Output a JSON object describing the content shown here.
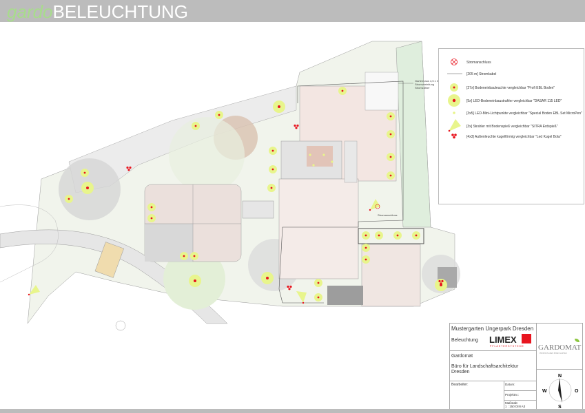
{
  "header": {
    "brand_prefix": "gardo",
    "brand_title": "BELEUCHTUNG"
  },
  "plan": {
    "labels": {
      "gartenhaus": [
        "Gartenhaus 4,5 x 3",
        "Stromverteilung",
        "Stromzähler"
      ],
      "stromanschluss": "Stromanschluss"
    }
  },
  "legend": {
    "items": [
      {
        "icon": "power-connection-icon",
        "label": "Stromanschluss"
      },
      {
        "icon": "cable-line-icon",
        "label": "[205 m] Stromkabel"
      },
      {
        "icon": "ground-light-icon",
        "label": "[27x] Bodeneinbauleuchte vergleichbar \"Profi EBL Boden\""
      },
      {
        "icon": "led-ground-spot-icon",
        "label": "[5x] LED-Bodeneinbaustrahler vergleichbar \"DASAR 115 LED\""
      },
      {
        "icon": "mini-light-point-icon",
        "label": "[3x5] LED-Mini-Lichtpunkte vergleichbar \"Special Boden EBL Set MicroPen\""
      },
      {
        "icon": "spotlight-icon",
        "label": "[3x] Strahler mit Bodenspieß vergleichbar \"SITRA Erdspieß\""
      },
      {
        "icon": "ball-light-icon",
        "label": "[4x3] Außenleuchte kugelförmig vergleichbar \"Led Kugel Bola\""
      }
    ],
    "colors": {
      "light_halo": "#e8f58c",
      "light_core": "#e8141e"
    }
  },
  "title_block": {
    "project": "Mustergarten Ungerpark Dresden",
    "subject": "Beleuchtung",
    "limex_logo": "LIMEX",
    "limex_sub": "PFLASTERSYSTEME",
    "client": "Gardomat",
    "office": "Büro für Landschaftsarchitektur",
    "city": "Dresden",
    "bearbeiter": "Bearbeiter:",
    "datum": "Datum:",
    "projektnr": "Projektnr.:",
    "massstab_label": "Maßstab:",
    "massstab_value": "1 : 150 DIN A3",
    "gardomat_logo": "GARDOMAT",
    "gardomat_tagline": "PROFIS PLANEN IHREN GARTEN",
    "compass": {
      "n": "N",
      "s": "S",
      "w": "W",
      "o": "O"
    }
  }
}
